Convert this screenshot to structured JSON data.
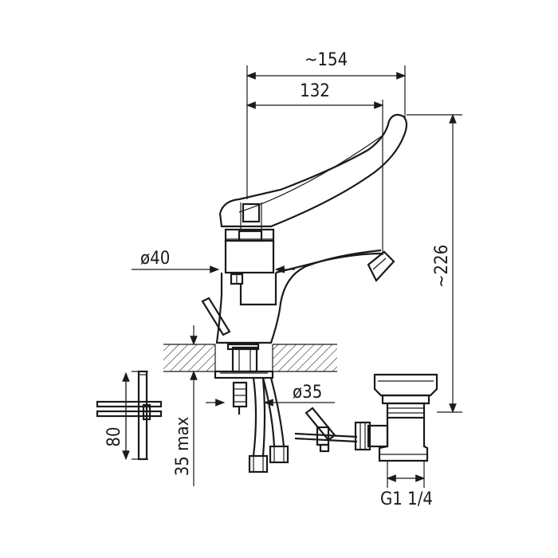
{
  "dimensions": {
    "overall_width": "~154",
    "spout_reach": "132",
    "overall_height": "~226",
    "body_diameter": "ø40",
    "hole_diameter": "ø35",
    "max_counter_thickness": "35 max",
    "handle_height": "80",
    "drain_thread": "G1 1/4"
  },
  "colors": {
    "line": "#1a1a1a",
    "background": "#ffffff"
  }
}
